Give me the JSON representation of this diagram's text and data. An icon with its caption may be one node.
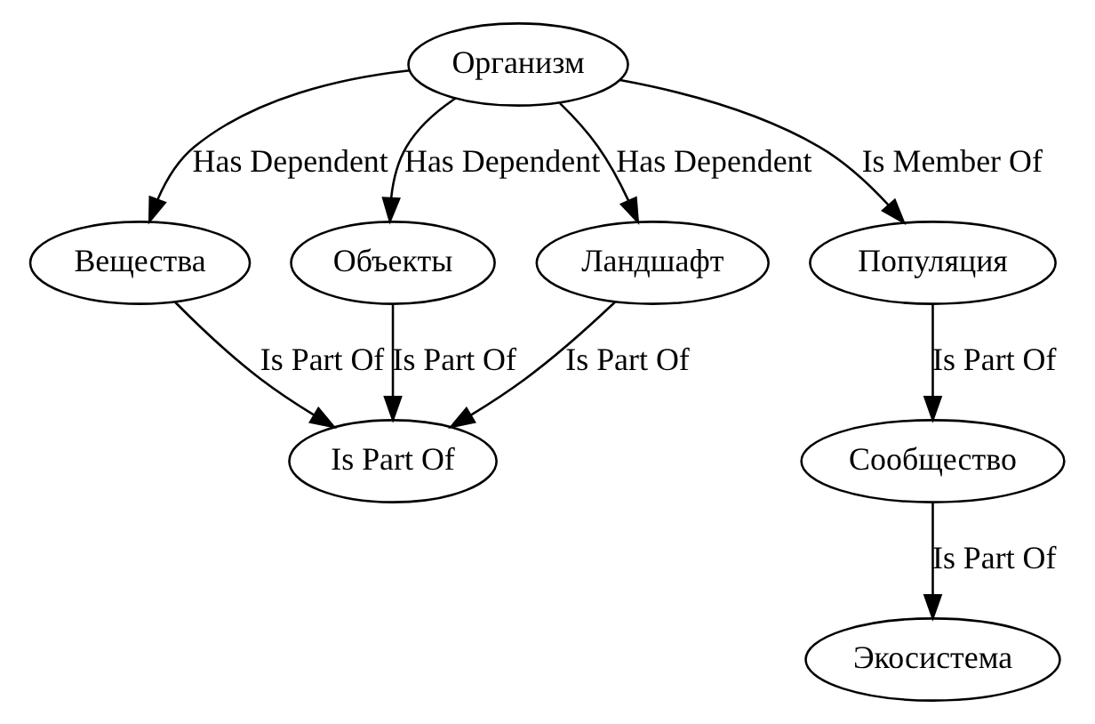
{
  "diagram": {
    "nodes": [
      {
        "text": [
          "Организм"
        ]
      },
      {
        "text": [
          "Вещества"
        ]
      },
      {
        "text": [
          "Объекты"
        ]
      },
      {
        "text": [
          "Ландшафт"
        ]
      },
      {
        "text": [
          "Популяция"
        ]
      },
      {
        "text": [
          "Is Part Of"
        ]
      },
      {
        "text": [
          "Сообщество"
        ]
      },
      {
        "text": [
          "Экосистема"
        ]
      }
    ],
    "edges": [
      {
        "from": 0,
        "to": 1,
        "arrow": "to",
        "label": "Has Dependent"
      },
      {
        "from": 0,
        "to": 2,
        "arrow": "to",
        "label": "Has Dependent"
      },
      {
        "from": 0,
        "to": 3,
        "arrow": "to",
        "label": "Has Dependent"
      },
      {
        "from": 0,
        "to": 4,
        "arrow": "to",
        "label": "Is Member Of"
      },
      {
        "from": 1,
        "to": 5,
        "arrow": "to",
        "label": "Is Part Of"
      },
      {
        "from": 2,
        "to": 5,
        "arrow": "to",
        "label": "Is Part Of"
      },
      {
        "from": 3,
        "to": 5,
        "arrow": "to",
        "label": "Is Part Of"
      },
      {
        "from": 4,
        "to": 6,
        "arrow": "to",
        "label": "Is Part Of"
      },
      {
        "from": 6,
        "to": 7,
        "arrow": "to",
        "label": "Is Part Of"
      }
    ]
  }
}
